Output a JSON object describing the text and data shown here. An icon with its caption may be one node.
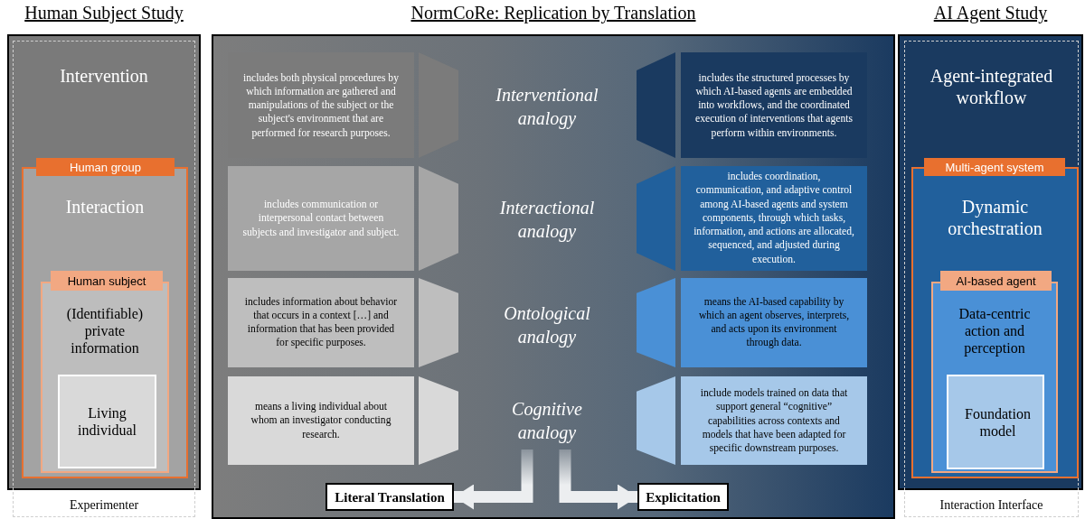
{
  "diagram": {
    "nodes": [
      {
        "text": [
          "Human Subject Study"
        ]
      },
      {
        "text": [
          "Intervention",
          "Experimenter"
        ]
      },
      {
        "text": [
          "Human group"
        ],
        "in": 1
      },
      {
        "text": [
          "Interaction"
        ],
        "in": 1
      },
      {
        "text": [
          "Human subject"
        ],
        "in": 3
      },
      {
        "text": [
          "(Identifiable) private information"
        ],
        "in": 3
      },
      {
        "text": [
          "Living individual"
        ],
        "in": 5
      },
      {
        "text": [
          "NormCoRe: Replication by Translation"
        ]
      },
      {
        "text": [
          "includes both physical procedures by which information are gathered and manipulations of the subject or the subject's environment that are performed for research purposes."
        ],
        "in": 7
      },
      {
        "text": [],
        "shape": "trapezoid",
        "in": 7
      },
      {
        "text": [
          "Interventional analogy"
        ],
        "in": 7
      },
      {
        "text": [],
        "shape": "trapezoid",
        "in": 7
      },
      {
        "text": [
          "includes the structured processes by which AI-based agents are embedded into workflows, and the coordinated execution of interventions that agents perform within environments."
        ],
        "in": 7
      },
      {
        "text": [
          "includes communication or interpersonal contact between subjects and investigator and subject."
        ],
        "in": 7
      },
      {
        "text": [],
        "shape": "trapezoid",
        "in": 7
      },
      {
        "text": [
          "Interactional analogy"
        ],
        "in": 7
      },
      {
        "text": [],
        "shape": "trapezoid",
        "in": 7
      },
      {
        "text": [
          "includes coordination, communication, and adaptive control among AI-based agents and system components, through which tasks, information, and actions are allocated, sequenced, and adjusted during execution."
        ],
        "in": 7
      },
      {
        "text": [
          "includes information about behavior that occurs in a context […] and information that has been provided for specific purposes."
        ],
        "in": 7
      },
      {
        "text": [],
        "shape": "trapezoid",
        "in": 7
      },
      {
        "text": [
          "Ontological analogy"
        ],
        "in": 7
      },
      {
        "text": [],
        "shape": "trapezoid",
        "in": 7
      },
      {
        "text": [
          "means the AI-based capability by which an agent observes, interprets, and acts upon its environment through data."
        ],
        "in": 7
      },
      {
        "text": [
          "means a living individual about whom an investigator conducting research."
        ],
        "in": 7
      },
      {
        "text": [],
        "shape": "trapezoid",
        "in": 7
      },
      {
        "text": [
          "Cognitive analogy"
        ],
        "in": 7
      },
      {
        "text": [],
        "shape": "trapezoid",
        "in": 7
      },
      {
        "text": [
          "include models trained on data that support general “cognitive” capabilities across contexts and models that have been adapted for specific downstream purposes."
        ],
        "in": 7
      },
      {
        "text": [
          "Literal Translation"
        ],
        "in": 7
      },
      {
        "text": [
          "Explicitation"
        ],
        "in": 7
      },
      {
        "text": [
          "AI Agent Study"
        ]
      },
      {
        "text": [
          "Agent-integrated workflow",
          "Interaction Interface"
        ]
      },
      {
        "text": [
          "Multi-agent system"
        ],
        "in": 31
      },
      {
        "text": [
          "Dynamic orchestration"
        ],
        "in": 31
      },
      {
        "text": [
          "AI-based agent"
        ],
        "in": 33
      },
      {
        "text": [
          "Data-centric action and perception"
        ],
        "in": 33
      },
      {
        "text": [
          "Foundation model"
        ],
        "in": 35
      }
    ],
    "edges": [
      {
        "from": 25,
        "to": 28,
        "arrow": "to",
        "style": "thick"
      },
      {
        "from": 25,
        "to": 29,
        "arrow": "to",
        "style": "thick"
      }
    ]
  }
}
